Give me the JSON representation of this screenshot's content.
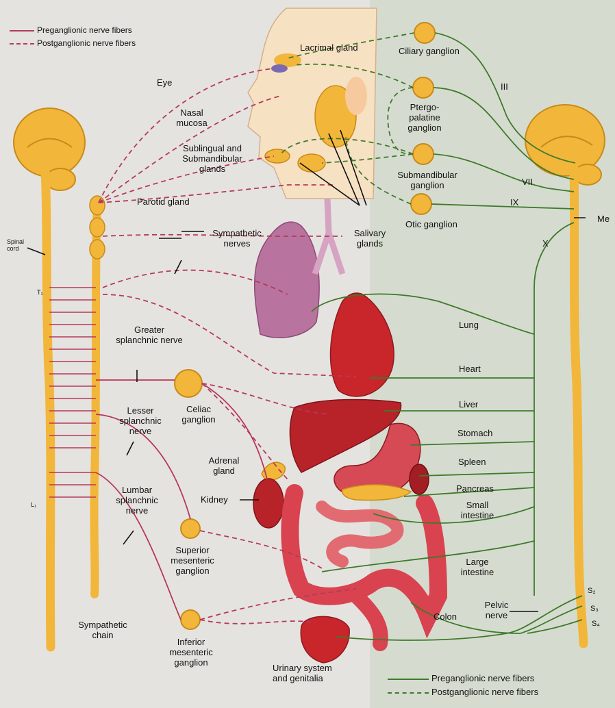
{
  "colors": {
    "sympathetic": "#b5395c",
    "parasympathetic": "#3e7a2a",
    "nerve_tissue": "#f2b63a",
    "organ_red": "#c8262b",
    "lung": "#b9739f",
    "background_left": "#e5e3df",
    "background_right": "#d5dccf"
  },
  "legend_top": {
    "pre": "Preganglionic nerve fibers",
    "post": "Postganglionic nerve fibers"
  },
  "legend_bottom": {
    "pre": "Preganglionic nerve fibers",
    "post": "Postganglionic nerve fibers"
  },
  "labels": {
    "spinal_cord": "Spinal cord",
    "t1": "T₁",
    "l1": "L₁",
    "eye": "Eye",
    "lacrimal_gland": "Lacrimal gland",
    "nasal_mucosa": "Nasal mucosa",
    "sublingual": "Sublingual and Submandibular glands",
    "parotid_gland": "Parotid gland",
    "salivary_glands": "Salivary glands",
    "sympathetic_nerves": "Sympathetic nerves",
    "greater_splanchnic": "Greater splanchnic nerve",
    "celiac_ganglion": "Celiac ganglion",
    "lesser_splanchnic": "Lesser splanchnic nerve",
    "adrenal_gland": "Adrenal gland",
    "kidney": "Kidney",
    "lumbar_splanchnic": "Lumbar splanchnic nerve",
    "superior_mesenteric": "Superior mesenteric ganglion",
    "sympathetic_chain": "Sympathetic chain",
    "inferior_mesenteric": "Inferior mesenteric ganglion",
    "urinary": "Urinary system and genitalia",
    "ciliary_ganglion": "Ciliary ganglion",
    "pterygopalatine": "Ptergo- palatine ganglion",
    "submandibular_ganglion": "Submandibular ganglion",
    "otic_ganglion": "Otic ganglion",
    "cn3": "III",
    "cn7": "VII",
    "cn9": "IX",
    "cn10": "X",
    "medulla": "Me",
    "lung": "Lung",
    "heart": "Heart",
    "liver": "Liver",
    "stomach": "Stomach",
    "spleen": "Spleen",
    "pancreas": "Pancreas",
    "small_intestine": "Small intestine",
    "large_intestine": "Large intestine",
    "colon": "Colon",
    "pelvic_nerve": "Pelvic nerve",
    "s2": "S₂",
    "s3": "S₃",
    "s4": "S₄"
  }
}
